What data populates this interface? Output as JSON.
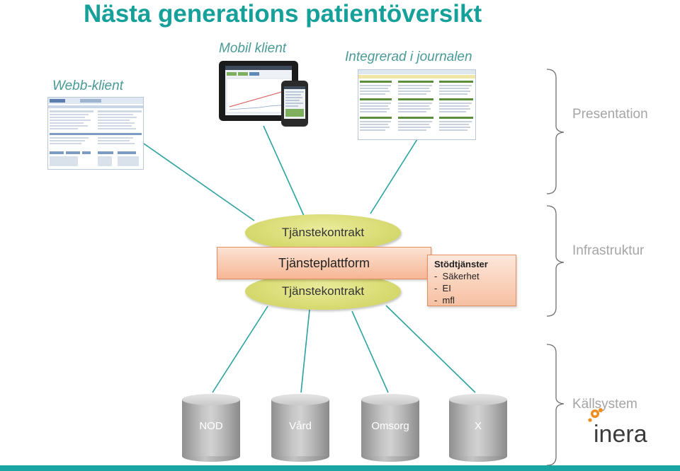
{
  "title": "Nästa generations patientöversikt",
  "clients": {
    "web": "Webb-klient",
    "mobile": "Mobil klient",
    "integrated": "Integrerad i journalen"
  },
  "layers": {
    "presentation": "Presentation",
    "infrastructure": "Infrastruktur",
    "source": "Källsystem"
  },
  "platform": {
    "contract_top": "Tjänstekontrakt",
    "platform_label": "Tjänsteplattform",
    "contract_bottom": "Tjänstekontrakt"
  },
  "support": {
    "heading": "Stödtjänster",
    "items": [
      "-  Säkerhet",
      "-  EI",
      "-  mfl"
    ]
  },
  "systems": [
    "NOD",
    "Vård",
    "Omsorg",
    "X"
  ],
  "logo_text": "inera",
  "colors": {
    "title": "#16a09a",
    "client_label": "#4a9a97",
    "layer_label": "#a5a5a5",
    "line": "#2aa3a0",
    "contract": "#d5d86b",
    "platform": "#f6b796",
    "logo_orange": "#f08c1e",
    "logo_text": "#3b3b3b"
  }
}
